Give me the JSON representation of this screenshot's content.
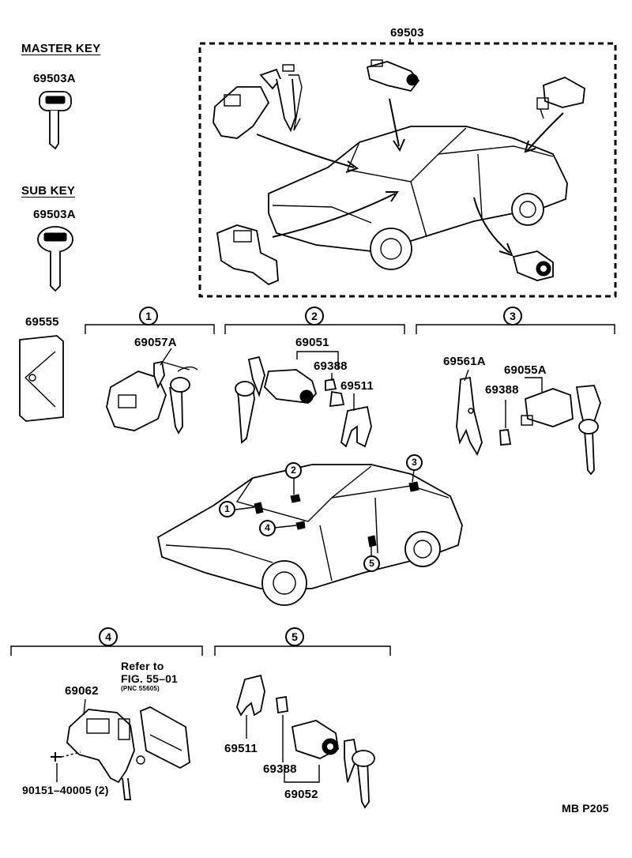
{
  "labels": {
    "master_key_heading": "MASTER KEY",
    "master_key_part": "69503A",
    "sub_key_heading": "SUB KEY",
    "sub_key_part": "69503A",
    "set_part": "69503",
    "plate_part": "69555",
    "group1_part": "69057A",
    "group2_main": "69051",
    "group2_clip": "69388",
    "group2_retainer": "69511",
    "group3_lever": "69561A",
    "group3_main": "69055A",
    "group3_clip": "69388",
    "group4_part": "69062",
    "refer_line1": "Refer to",
    "refer_line2": "FIG. 55–01",
    "refer_pnc": "(PNC 55605)",
    "screw_part": "90151–40005 (2)",
    "group5_retainer": "69511",
    "group5_clip": "69388",
    "group5_main": "69052",
    "page_code": "MB P205"
  },
  "callouts": {
    "g1": "1",
    "g2": "2",
    "g3": "3",
    "g4": "4",
    "g5": "5"
  }
}
